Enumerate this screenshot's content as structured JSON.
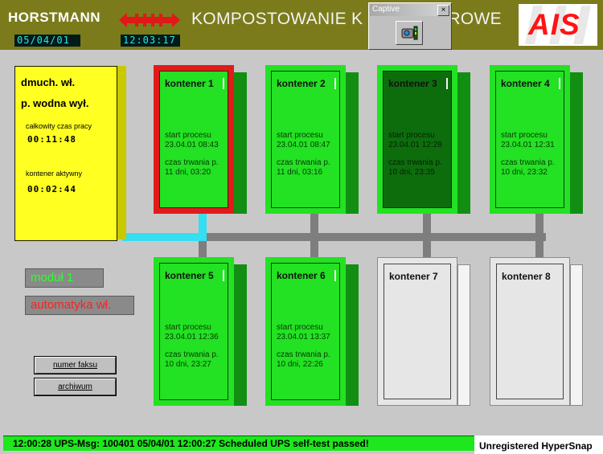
{
  "header": {
    "brand": "HORSTMANN",
    "date": "05/04/01",
    "time": "12:03:17",
    "title": "KOMPOSTOWANIE K",
    "title_tail": "ROWE",
    "ais_logo": "AIS"
  },
  "captive": {
    "title": "Captive",
    "close_label": "×",
    "icon": "camera-icon"
  },
  "status_panel": {
    "line1": "dmuch. wł.",
    "line2": "p. wodna  wył.",
    "total_label": "całkowity czas pracy",
    "total_value": "00:11:48",
    "active_label": "kontener aktywny",
    "active_value": "00:02:44"
  },
  "containers": [
    {
      "title": "kontener 1",
      "start_label": "start procesu",
      "start": "23.04.01 08:43",
      "dur_label": "czas trwania p.",
      "dur": "11 dni, 03:20"
    },
    {
      "title": "kontener 2",
      "start_label": "start procesu",
      "start": "23.04.01 08:47",
      "dur_label": "czas trwania p.",
      "dur": "11 dni, 03:16"
    },
    {
      "title": "kontener 3",
      "start_label": "start procesu",
      "start": "23.04.01 12:28",
      "dur_label": "czas trwania p.",
      "dur": "10 dni, 23:35"
    },
    {
      "title": "kontener 4",
      "start_label": "start procesu",
      "start": "23.04.01 12:31",
      "dur_label": "czas trwania p.",
      "dur": "10 dni, 23:32"
    },
    {
      "title": "kontener 5",
      "start_label": "start procesu",
      "start": "23.04.01 12:36",
      "dur_label": "czas trwania p.",
      "dur": "10 dni, 23:27"
    },
    {
      "title": "kontener 6",
      "start_label": "start procesu",
      "start": "23.04.01 13:37",
      "dur_label": "czas trwania p.",
      "dur": "10 dni, 22:26"
    },
    {
      "title": "kontener 7"
    },
    {
      "title": "kontener 8"
    }
  ],
  "labels": {
    "modul": "moduł 1",
    "automatyka": "automatyka wł."
  },
  "buttons": {
    "fax": "numer faksu",
    "archive": "archiwum"
  },
  "statusbar": {
    "message": "12:00:28  UPS-Msg: 100401 05/04/01 12:00:27 Scheduled UPS self-test passed!",
    "watermark": "Unregistered HyperSnap"
  },
  "colors": {
    "header_bg": "#7b7b1c",
    "active_green": "#23e123",
    "dark_green": "#0d6d0d",
    "selected_red": "#e21a1a",
    "panel_yellow": "#ffff22",
    "pipe_cyan": "#33dff0"
  }
}
